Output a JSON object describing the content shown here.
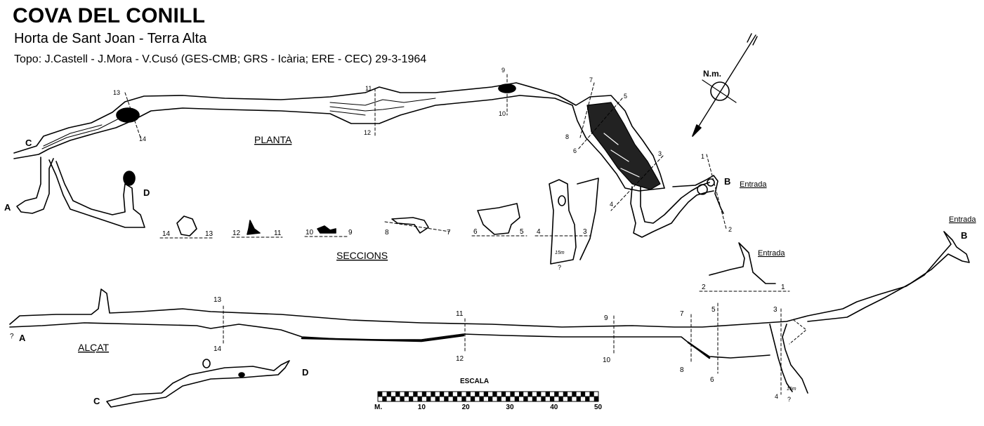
{
  "header": {
    "title": "COVA DEL CONILL",
    "subtitle": "Horta de Sant Joan - Terra Alta",
    "credits": "Topo: J.Castell - J.Mora - V.Cusó (GES-CMB; GRS - Icària; ERE - CEC) 29-3-1964"
  },
  "labels": {
    "planta": "PLANTA",
    "seccions": "SECCIONS",
    "alcat": "ALÇAT",
    "north": "N.m.",
    "entrada": "Entrada",
    "A": "A",
    "B": "B",
    "C": "C",
    "D": "D",
    "q": "?"
  },
  "plan_stations": [
    "13",
    "14",
    "11",
    "12",
    "9",
    "10",
    "7",
    "8",
    "5",
    "6",
    "3",
    "4",
    "1",
    "2"
  ],
  "section_numbers": {
    "s14_13": [
      "14",
      "13"
    ],
    "s12_11": [
      "12",
      "11"
    ],
    "s10_9": [
      "10",
      "9"
    ],
    "s8_7": [
      "8",
      "7"
    ],
    "s6_5": [
      "6",
      "5"
    ],
    "s4_3": [
      "4",
      "3"
    ],
    "s2_1": [
      "2",
      "1"
    ]
  },
  "profile_stations": [
    "13",
    "14",
    "11",
    "12",
    "9",
    "10",
    "7",
    "8",
    "5",
    "6",
    "3",
    "4"
  ],
  "scale": {
    "title": "ESCALA",
    "unit_label": "M.",
    "ticks": [
      "10",
      "20",
      "30",
      "40",
      "50"
    ],
    "depth_note": "15m"
  },
  "colors": {
    "ink": "#000000",
    "paper": "#ffffff"
  }
}
